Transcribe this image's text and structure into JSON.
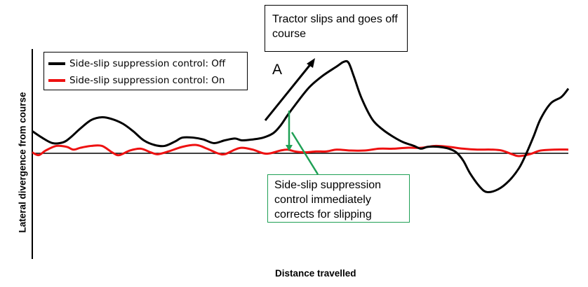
{
  "chart_data": {
    "type": "line",
    "title": "",
    "xlabel": "Distance travelled",
    "ylabel": "Lateral divergence from course",
    "xlim": [
      0,
      100
    ],
    "ylim": [
      -10,
      11.5
    ],
    "grid": false,
    "legend_position": "top-left",
    "legend": [
      "Side-slip suppression control: Off",
      "Side-slip suppression control: On"
    ],
    "series": [
      {
        "name": "Side-slip suppression control: Off",
        "color": "#000000",
        "x": [
          0,
          1.8,
          3.8,
          5.8,
          7.1,
          9.0,
          11.0,
          13.0,
          14.9,
          16.9,
          18.8,
          20.8,
          22.8,
          24.7,
          26.7,
          28.0,
          30.0,
          31.9,
          33.9,
          35.9,
          37.8,
          39.1,
          41.1,
          43.1,
          45.0,
          46.3,
          47.6,
          49.0,
          51.6,
          54.2,
          56.8,
          58.1,
          59.0,
          60.0,
          61.4,
          63.4,
          65.3,
          67.3,
          69.2,
          71.2,
          72.5,
          73.8,
          75.8,
          77.7,
          79.1,
          80.4,
          81.7,
          83.6,
          84.9,
          86.9,
          88.9,
          90.8,
          92.1,
          93.5,
          94.8,
          96.7,
          98.7,
          100
        ],
        "y": [
          2.4,
          1.7,
          1.1,
          1.2,
          1.7,
          2.7,
          3.6,
          3.9,
          3.7,
          3.2,
          2.4,
          1.4,
          0.9,
          0.8,
          1.3,
          1.7,
          1.7,
          1.5,
          1.1,
          1.4,
          1.6,
          1.4,
          1.5,
          1.7,
          2.2,
          3.0,
          4.1,
          5.2,
          7.1,
          8.4,
          9.4,
          9.9,
          9.8,
          8.3,
          6.0,
          3.7,
          2.6,
          1.8,
          1.2,
          0.8,
          0.5,
          0.7,
          0.7,
          0.5,
          0.1,
          -0.8,
          -2.2,
          -3.7,
          -4.2,
          -3.9,
          -3.0,
          -1.6,
          -0.1,
          1.8,
          3.7,
          5.4,
          6.1,
          7.0
        ]
      },
      {
        "name": "Side-slip suppression control: On",
        "color": "#ee1111",
        "x": [
          0,
          1.2,
          2.5,
          4.5,
          6.4,
          7.7,
          9.0,
          11.0,
          13.0,
          14.9,
          16.2,
          18.2,
          20.2,
          22.1,
          23.4,
          25.4,
          28.0,
          30.6,
          32.6,
          34.6,
          35.9,
          37.8,
          39.1,
          41.1,
          43.1,
          44.4,
          46.3,
          47.6,
          49.0,
          50.9,
          52.9,
          54.8,
          56.8,
          59.4,
          62.0,
          64.7,
          67.3,
          69.9,
          72.5,
          75.1,
          77.7,
          80.4,
          83.0,
          85.6,
          87.6,
          89.5,
          90.8,
          92.8,
          94.8,
          97.4,
          100
        ],
        "y": [
          0.1,
          -0.2,
          0.3,
          0.8,
          0.7,
          0.4,
          0.6,
          0.8,
          0.8,
          0.1,
          -0.2,
          0.3,
          0.5,
          0.1,
          -0.1,
          0.2,
          0.7,
          0.9,
          0.5,
          0,
          -0.1,
          0.4,
          0.6,
          0.4,
          0,
          0,
          0.3,
          0.4,
          0.2,
          0.1,
          0.2,
          0.2,
          0.4,
          0.3,
          0.3,
          0.5,
          0.5,
          0.6,
          0.6,
          0.8,
          0.7,
          0.5,
          0.4,
          0.4,
          0.3,
          -0.1,
          -0.3,
          -0.1,
          0.3,
          0.4,
          0.4
        ]
      }
    ],
    "annotations": [
      {
        "label": "A",
        "text": "Tractor slips and goes off course"
      },
      {
        "text": "Side-slip suppression control immediately corrects for slipping",
        "color": "#1fa055"
      }
    ]
  }
}
